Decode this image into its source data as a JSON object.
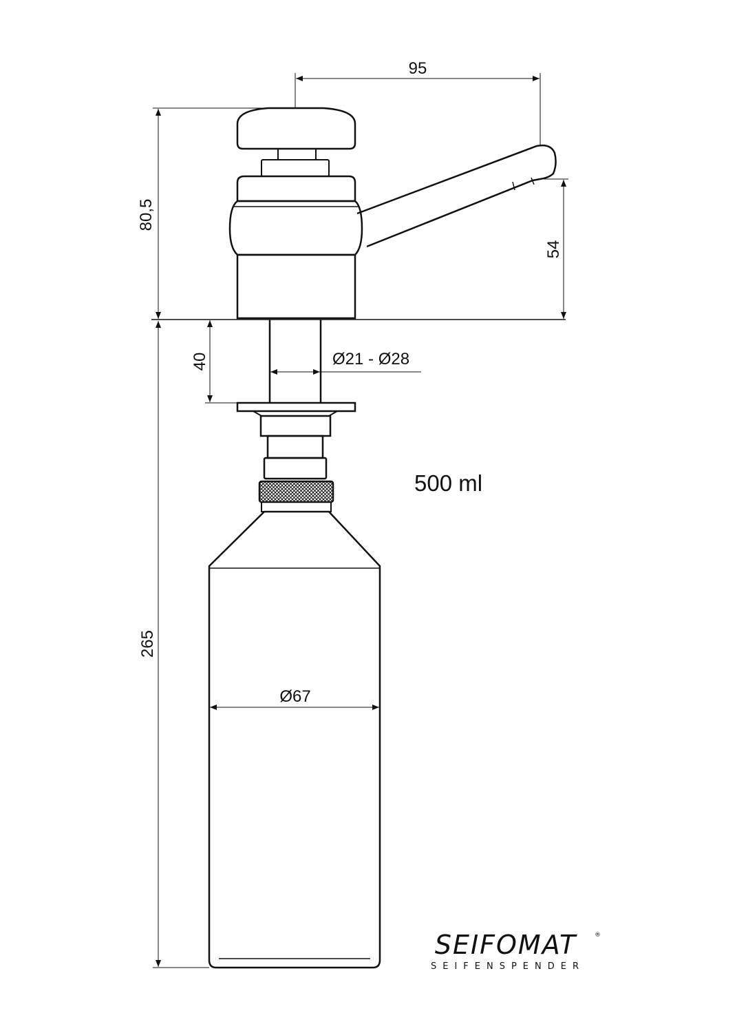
{
  "dimensions": {
    "spout_reach": "95",
    "head_height": "80,5",
    "spout_height": "54",
    "shank_length": "40",
    "hole_diameter": "Ø21 - Ø28",
    "bottle_length": "265",
    "bottle_diameter": "Ø67"
  },
  "capacity": "500 ml",
  "logo": {
    "wordmark": "SEIFOMAT",
    "registered": "®",
    "tagline": "SEIFENSPENDER"
  },
  "colors": {
    "line": "#111111",
    "background": "#ffffff"
  }
}
